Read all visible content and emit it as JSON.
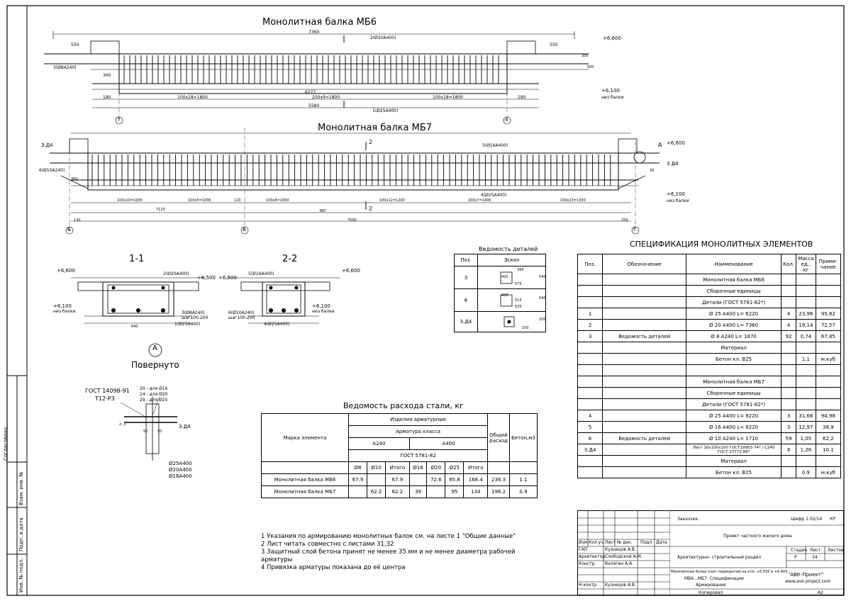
{
  "titles": {
    "mb6": "Монолитная балка МБ6",
    "mb7": "Монолитная балка МБ7",
    "sec11": "1-1",
    "sec22": "2-2",
    "nodeA": "А",
    "rotated": "Повернуто",
    "spec_title": "СПЕЦИФИКАЦИЯ МОНОЛИТНЫХ ЭЛЕМЕНТОВ",
    "steel_title": "Ведомость расхода стали, кг",
    "details_title": "Ведомость деталей"
  },
  "mb6_dims": {
    "total": "7360",
    "bar2": "2(Ø20А400)",
    "bar3": "3(Ø8А240)",
    "bar1": "1(Ø25А400)",
    "len": "6272",
    "mid": "5580",
    "left": "550",
    "right": "550",
    "s1": "100x18=1800",
    "s2": "200x9=1800",
    "s3": "100x18=1800",
    "d360": "360",
    "d180l": "180",
    "d180r": "180",
    "elev_top": "+6,600",
    "elev_bot": "+6,100",
    "elev_bot_note": "низ балки",
    "axis_l": "7",
    "axis_r": "4",
    "h200": "200",
    "h500": "500"
  },
  "mb7_dims": {
    "zd4l": "З.Д4",
    "zd4r": "З.Д4",
    "bar6": "6(Ø10А240)",
    "bar5": "5(Ø16А400)",
    "bar4": "4(Ø25А400)",
    "s1": "100x10=1000",
    "s2": "100x5=1000",
    "s3": "100x8=1900",
    "s4": "100x12=1200",
    "s5": "200x7=1400",
    "s6": "100x13=1300",
    "c120": "120",
    "c7120": "7120",
    "c380": "380",
    "c7500": "7500",
    "c130": "130",
    "c250": "250",
    "c360": "360",
    "sec2": "2",
    "nodeA": "А",
    "elev_top": "+6,600",
    "elev_bot": "+6,100",
    "elev_bot_note": "низ балки",
    "axis_l": "Б",
    "axis_m": "В",
    "axis_r": "Г",
    "h30": "30"
  },
  "sec11": {
    "elev_top": "+6,600",
    "elev_mid": "+6,500",
    "elev_bot": "+6,100",
    "elev_bot_note": "низ балки",
    "b2": "2(Ø20А400)",
    "b3": "3(Ø8А240)",
    "b3s": "шаг100-200",
    "b1": "1(Ø25А400)",
    "w640": "640"
  },
  "sec22": {
    "elev_top": "+6,600",
    "elev_mid": "+6,500",
    "elev_bot": "+6,100",
    "elev_bot_note": "низ балки",
    "b5": "5(Ø16А400)",
    "b6": "6(Ø10А240)",
    "b6s": "шаг100-200",
    "b4": "4(Ø25А400)"
  },
  "nodeA": {
    "gost": "ГОСТ 14098-91",
    "t": "Т12-Р3",
    "l1": "20 - для Ø16",
    "l2": "24 - для Ø20",
    "l3": "29 - для Ø25",
    "zd4": "З.Д4",
    "d50a": "50",
    "d50b": "50",
    "d23": "2..3",
    "r1": "Ø25А400",
    "r2": "Ø20А400",
    "r3": "Ø16А400"
  },
  "details": {
    "headers": [
      "Поз.",
      "Эскиз"
    ],
    "rows": [
      {
        "pos": "3",
        "a": "395",
        "b": "420",
        "c": "575",
        "d": "540"
      },
      {
        "pos": "6",
        "a": "420",
        "b": "540",
        "c": "635",
        "d": "515"
      },
      {
        "pos": "З.Д4",
        "a": "100",
        "b": "100",
        "c": "",
        "d": ""
      }
    ]
  },
  "steel": {
    "h_mark": "Марка элемента",
    "h_items": "Изделия арматурные",
    "h_class": "Арматура класса",
    "h_a240": "А240",
    "h_a400": "А400",
    "h_gost": "ГОСТ 5781-82",
    "h_total": "Общий расход",
    "h_beton": "Бетон,м3",
    "cols": [
      "Ø8",
      "Ø10",
      "Итого",
      "Ø16",
      "Ø20",
      "Ø25",
      "Итого"
    ],
    "rows": [
      {
        "name": "Монолитная балка МБ6",
        "v": [
          "67.9",
          "",
          "67.9",
          "",
          "72.6",
          "95.8",
          "168.4"
        ],
        "total": "236.3",
        "beton": "1.1"
      },
      {
        "name": "Монолитная балка МБ7",
        "v": [
          "",
          "62.2",
          "62.2",
          "39",
          "",
          "95",
          "134"
        ],
        "total": "196.2",
        "beton": "0.9"
      }
    ]
  },
  "spec": {
    "headers": [
      "Поз.",
      "Обозначение",
      "Наименование",
      "Кол.",
      "Масса ед., кг",
      "Приме-чание"
    ],
    "rows": [
      {
        "pos": "",
        "des": "",
        "name": "Монолитная балка МБ6",
        "qty": "",
        "mass": "",
        "note": ""
      },
      {
        "pos": "",
        "des": "",
        "name": "Сборочные единицы",
        "qty": "",
        "mass": "",
        "note": ""
      },
      {
        "pos": "",
        "des": "",
        "name": "Детали (ГОСТ 5781-82*)",
        "qty": "",
        "mass": "",
        "note": ""
      },
      {
        "pos": "1",
        "des": "",
        "name": "Ø  25  А400     L=  6220",
        "qty": "4",
        "mass": "23,96",
        "note": "95,82"
      },
      {
        "pos": "2",
        "des": "",
        "name": "Ø  20  А400     L=  7360",
        "qty": "4",
        "mass": "18,14",
        "note": "72,57"
      },
      {
        "pos": "3",
        "des": "Ведомость деталей",
        "name": "Ø  8  А240     L=  1870",
        "qty": "92",
        "mass": "0,74",
        "note": "67,85"
      },
      {
        "pos": "",
        "des": "",
        "name": "Материал",
        "qty": "",
        "mass": "",
        "note": ""
      },
      {
        "pos": "",
        "des": "",
        "name": "Бетон кл. В25",
        "qty": "",
        "mass": "1,1",
        "note": "м.куб"
      },
      {
        "pos": "",
        "des": "",
        "name": "",
        "qty": "",
        "mass": "",
        "note": ""
      },
      {
        "pos": "",
        "des": "",
        "name": "Монолитная балка МБ7",
        "qty": "",
        "mass": "",
        "note": ""
      },
      {
        "pos": "",
        "des": "",
        "name": "Сборочные единицы",
        "qty": "",
        "mass": "",
        "note": ""
      },
      {
        "pos": "",
        "des": "",
        "name": "Детали (ГОСТ 5781-82*)",
        "qty": "",
        "mass": "",
        "note": ""
      },
      {
        "pos": "4",
        "des": "",
        "name": "Ø  25  А400     L=  8220",
        "qty": "3",
        "mass": "31,66",
        "note": "94,98"
      },
      {
        "pos": "5",
        "des": "",
        "name": "Ø  16  А400     L=  8220",
        "qty": "3",
        "mass": "12,97",
        "note": "38,9"
      },
      {
        "pos": "6",
        "des": "Ведомость деталей",
        "name": "Ø  10  А240     L=  1710",
        "qty": "59",
        "mass": "1,05",
        "note": "62,2"
      },
      {
        "pos": "З.Д4",
        "des": "",
        "name": "Лист  16x100x100 ГОСТ19903-74* / С245 ГОСТ 27772-88*",
        "qty": "8",
        "mass": "1,26",
        "note": "10.1"
      },
      {
        "pos": "",
        "des": "",
        "name": "Материал",
        "qty": "",
        "mass": "",
        "note": ""
      },
      {
        "pos": "",
        "des": "",
        "name": "Бетон кл. В25",
        "qty": "",
        "mass": "0.9",
        "note": "м.куб"
      }
    ]
  },
  "notes": [
    "1 Указания по армированию монолитных балок см. на листе 1 \"Общие данные\"",
    "2 Лист читать совместно с листами 31,32",
    "3 Защитный слой бетона  принят  не менее 35 мм и не менее диаметра рабочей",
    "арматуры",
    "4 Привязка арматуры показана до её центра"
  ],
  "side": {
    "s1": "Согласовано",
    "s2": "Взам. инв. №",
    "s3": "Подп. и дата",
    "s4": "Инв. № подл."
  },
  "stamp": {
    "zakazchik": "Заказчик:",
    "shifr": "Шифр 1.02/14",
    "kr": "КР",
    "project": "Проект частного жилого дома",
    "razdel": "Архитектурно- строительный раздел",
    "sheet_desc1": "Монолитные балки плит перекрытий на отм. +5.550 и +6.600",
    "sheet_desc2": "МБ6...МБ7. Спецификации",
    "sheet_desc3": "Армирование",
    "company": "\"АВК-Проект\"",
    "site": "www.avk-project.com",
    "stadiya": "Стадия",
    "list": "Лист",
    "listov": "Листов",
    "stadiya_v": "Р",
    "list_v": "34",
    "listov_v": "",
    "cols": [
      "Изм.",
      "Кол.уч.",
      "Лист",
      "№ док.",
      "Подп.",
      "Дата"
    ],
    "people": [
      {
        "role": "ГАП",
        "name": "Кузнецов А.В."
      },
      {
        "role": "Архитектор",
        "name": "Слободской А.М."
      },
      {
        "role": "Констр.",
        "name": "Валягин А.А."
      },
      {
        "role": "Н.контр",
        "name": "Кузнецов А.В."
      }
    ],
    "kopiroval": "Копировал",
    "format": "А2"
  }
}
